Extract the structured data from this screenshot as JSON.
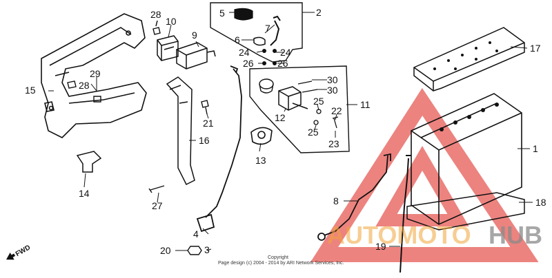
{
  "labels": {
    "p1": "1",
    "p2": "2",
    "p3": "3",
    "p4": "4",
    "p5": "5",
    "p6": "6",
    "p7": "7",
    "p8": "8",
    "p9": "9",
    "p10": "10",
    "p11": "11",
    "p12": "12",
    "p13": "13",
    "p14": "14",
    "p15": "15",
    "p16": "16",
    "p17": "17",
    "p18": "18",
    "p19": "19",
    "p20": "20",
    "p21": "21",
    "p22": "22",
    "p23": "23",
    "p24a": "24",
    "p24b": "24",
    "p25a": "25",
    "p25b": "25",
    "p26a": "26",
    "p26b": "26",
    "p27": "27",
    "p28a": "28",
    "p28b": "28",
    "p29": "29",
    "p30a": "30",
    "p30b": "30"
  },
  "fwd_label": "FWD",
  "copyright_line1": "Copyright",
  "copyright_line2": "Page design (c) 2004 - 2014 by ARI Network Services, Inc.",
  "watermark": {
    "part1": "AUTOMOTO",
    "part2": "HUB",
    "accent_color": "#f2a53a",
    "triangle_color": "#e0302a"
  }
}
